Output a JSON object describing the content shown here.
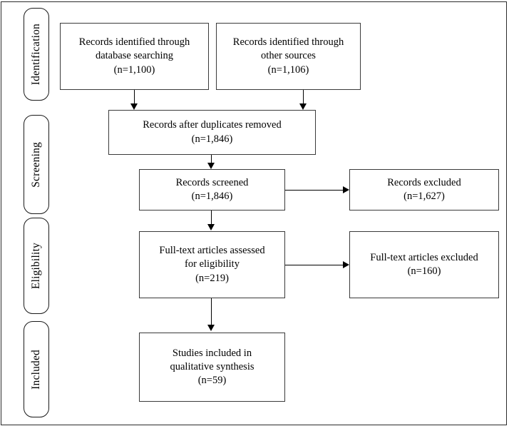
{
  "diagram": {
    "type": "prisma-flow-diagram",
    "stages": [
      {
        "id": "identification",
        "label": "Identification"
      },
      {
        "id": "screening",
        "label": "Screening"
      },
      {
        "id": "eligibility",
        "label": "Eligibility"
      },
      {
        "id": "included",
        "label": "Included"
      }
    ],
    "boxes": {
      "db_search": {
        "line1": "Records identified through",
        "line2": "database searching",
        "count_label": "(n=1,100)",
        "n": 1100,
        "text": "Records identified through\ndatabase searching\n(n=1,100)"
      },
      "other_sources": {
        "line1": "Records identified through",
        "line2": "other sources",
        "count_label": "(n=1,106)",
        "n": 1106,
        "text": "Records identified through\nother sources\n(n=1,106)"
      },
      "duplicates_removed": {
        "line1": "Records after duplicates removed",
        "count_label": "(n=1,846)",
        "n": 1846,
        "text": "Records after duplicates removed\n(n=1,846)"
      },
      "records_screened": {
        "line1": "Records screened",
        "count_label": "(n=1,846)",
        "n": 1846,
        "text": "Records screened\n(n=1,846)"
      },
      "records_excluded": {
        "line1": "Records excluded",
        "count_label": "(n=1,627)",
        "n": 1627,
        "text": "Records excluded\n(n=1,627)"
      },
      "fulltext_assessed": {
        "line1": "Full-text articles assessed",
        "line2": "for eligibility",
        "count_label": "(n=219)",
        "n": 219,
        "text": "Full-text articles assessed\nfor eligibility\n(n=219)"
      },
      "fulltext_excluded": {
        "line1": "Full-text articles excluded",
        "count_label": "(n=160)",
        "n": 160,
        "text": "Full-text articles excluded\n(n=160)"
      },
      "studies_included": {
        "line1": "Studies included in",
        "line2": "qualitative synthesis",
        "count_label": "(n=59)",
        "n": 59,
        "text": "Studies included in\nqualitative synthesis\n(n=59)"
      }
    },
    "colors": {
      "stroke": "#000000",
      "box_border": "#3a3a3a",
      "pill_border": "#1a1a1a",
      "frame_border": "#2b2b2b",
      "background": "#ffffff",
      "text": "#000000"
    }
  }
}
